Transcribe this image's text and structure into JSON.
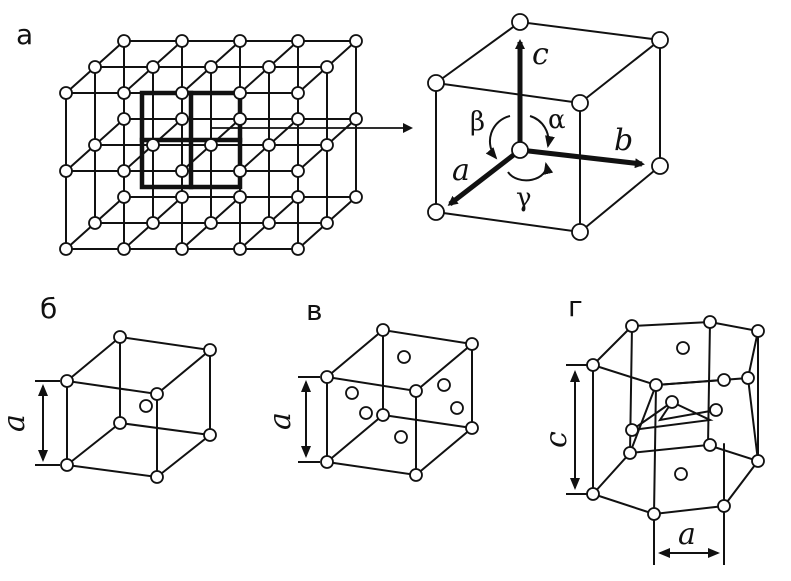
{
  "panels": {
    "a": {
      "label": "а"
    },
    "b": {
      "label": "б"
    },
    "v": {
      "label": "в"
    },
    "g": {
      "label": "г"
    }
  },
  "unit_cell": {
    "axis_a": "a",
    "axis_b": "b",
    "axis_c": "c",
    "angle_alpha": "α",
    "angle_beta": "β",
    "angle_gamma": "γ"
  },
  "dimensions": {
    "cubic_bcc_edge": "a",
    "cubic_fcc_edge": "a",
    "hex_height": "c",
    "hex_edge": "a"
  }
}
